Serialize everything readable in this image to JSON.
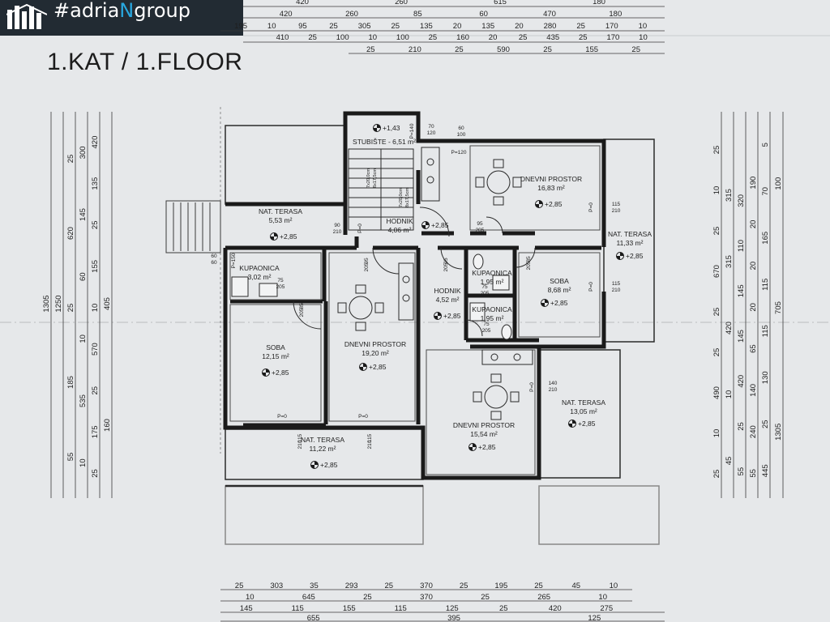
{
  "brand": {
    "prefix": "#adria",
    "accent": "N",
    "suffix": "group"
  },
  "title": "1.KAT / 1.FLOOR",
  "colors": {
    "paper": "#e6e8ea",
    "ink": "#1e1e1e",
    "logo_bg": "#222b33",
    "logo_accent": "#28a8e0"
  },
  "rooms": [
    {
      "id": "stubiste",
      "name": "STUBIŠTE - 6,51 m²",
      "area": "",
      "level": "+1,43"
    },
    {
      "id": "terasa-nw",
      "name": "NAT. TERASA",
      "area": "5,53 m²",
      "level": "+2,85"
    },
    {
      "id": "hodnik-top",
      "name": "HODNIK",
      "area": "4,06 m²",
      "level": "+2,85"
    },
    {
      "id": "dnevni-ne",
      "name": "DNEVNI PROSTOR",
      "area": "16,83 m²",
      "level": "+2,85"
    },
    {
      "id": "terasa-e",
      "name": "NAT. TERASA",
      "area": "11,33 m²",
      "level": "+2,85"
    },
    {
      "id": "kupaonica-w",
      "name": "KUPAONICA",
      "area": "3,02 m²",
      "level": ""
    },
    {
      "id": "kupaonica-c1",
      "name": "KUPAONICA",
      "area": "1,95 m²",
      "level": ""
    },
    {
      "id": "kupaonica-c2",
      "name": "KUPAONICA",
      "area": "1,95 m²",
      "level": ""
    },
    {
      "id": "hodnik-mid",
      "name": "HODNIK",
      "area": "4,52 m²",
      "level": "+2,85"
    },
    {
      "id": "soba-e",
      "name": "SOBA",
      "area": "8,68 m²",
      "level": "+2,85"
    },
    {
      "id": "soba-w",
      "name": "SOBA",
      "area": "12,15 m²",
      "level": "+2,85"
    },
    {
      "id": "dnevni-w",
      "name": "DNEVNI PROSTOR",
      "area": "19,20 m²",
      "level": "+2,85"
    },
    {
      "id": "terasa-se",
      "name": "NAT. TERASA",
      "area": "13,05 m²",
      "level": "+2,85"
    },
    {
      "id": "dnevni-s",
      "name": "DNEVNI PROSTOR",
      "area": "15,54 m²",
      "level": "+2,85"
    },
    {
      "id": "terasa-sw",
      "name": "NAT. TERASA",
      "area": "11,22 m²",
      "level": "+2,85"
    }
  ],
  "openings": {
    "door_95_205": [
      "95",
      "205"
    ],
    "door_85_205": [
      "85",
      "205"
    ],
    "door_75_205": [
      "75",
      "205"
    ],
    "window_115_210": [
      "115",
      "210"
    ],
    "window_90_210": [
      "90",
      "210"
    ],
    "window_140_210": [
      "140",
      "210"
    ],
    "window_60_60": [
      "60",
      "60"
    ],
    "window_70_120": [
      "70",
      "120"
    ],
    "window_60_100": [
      "60",
      "100"
    ],
    "sill_p0": "P=0",
    "sill_p120": "P=120",
    "sill_p140": "P=140",
    "sill_p150": "P=150",
    "stair_steps": [
      "7x20,0cm",
      "8x17,5cm"
    ]
  },
  "dims_top": [
    [
      "420",
      "260",
      "615",
      "180"
    ],
    [
      "420",
      "260",
      "85",
      "60",
      "470",
      "180"
    ],
    [
      "195",
      "10",
      "95",
      "25",
      "305",
      "25",
      "135",
      "20",
      "135",
      "20",
      "280",
      "25",
      "170",
      "10"
    ],
    [
      "410",
      "25",
      "100",
      "10",
      "100",
      "25",
      "160",
      "20",
      "25",
      "435",
      "25",
      "170",
      "10"
    ],
    [
      "25",
      "210",
      "25",
      "590",
      "25",
      "155",
      "25"
    ]
  ],
  "dims_bottom": [
    [
      "25",
      "303",
      "35",
      "293",
      "25",
      "370",
      "25",
      "195",
      "25",
      "45",
      "10"
    ],
    [
      "10",
      "645",
      "25",
      "370",
      "25",
      "265",
      "10"
    ],
    [
      "145",
      "115",
      "155",
      "115",
      "125",
      "25",
      "420",
      "275"
    ],
    [
      "655",
      "395",
      "125"
    ]
  ],
  "dims_left": [
    [
      "1305"
    ],
    [
      "1250"
    ],
    [
      "25",
      "620",
      "25",
      "185",
      "55"
    ],
    [
      "300",
      "145",
      "60",
      "10",
      "535",
      "10"
    ],
    [
      "420",
      "135",
      "25",
      "155",
      "10",
      "570",
      "25",
      "175",
      "25"
    ],
    [
      "405",
      "160"
    ]
  ],
  "dims_right": [
    [
      "25",
      "10",
      "25",
      "670",
      "25",
      "25",
      "490",
      "10",
      "25"
    ],
    [
      "315",
      "315",
      "420",
      "10",
      "45"
    ],
    [
      "320",
      "110",
      "145",
      "145",
      "420",
      "25",
      "55"
    ],
    [
      "190",
      "20",
      "20",
      "20",
      "65",
      "140",
      "240",
      "55"
    ],
    [
      "5",
      "70",
      "165",
      "115",
      "115",
      "130",
      "25",
      "445"
    ],
    [
      "100",
      "705",
      "1305"
    ]
  ]
}
